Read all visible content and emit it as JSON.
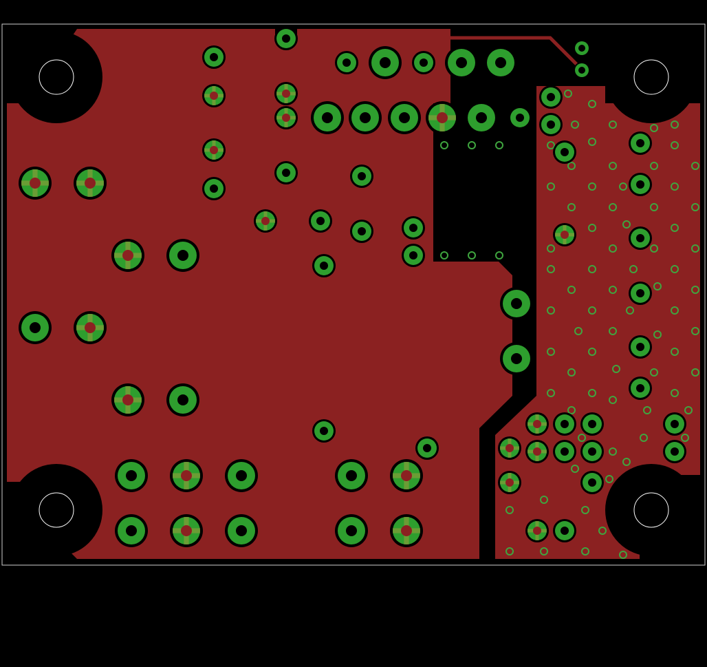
{
  "title": "",
  "colors": {
    "background": "#000000",
    "copper": "#8B2121",
    "pad": "#2E9E2E",
    "via": "#3FA53F",
    "outline": "#FFFFFF",
    "hole": "#000000"
  },
  "mounting_hole_count": 4,
  "large_pad_count": 30,
  "small_pad_count": 45,
  "via_count": 100
}
